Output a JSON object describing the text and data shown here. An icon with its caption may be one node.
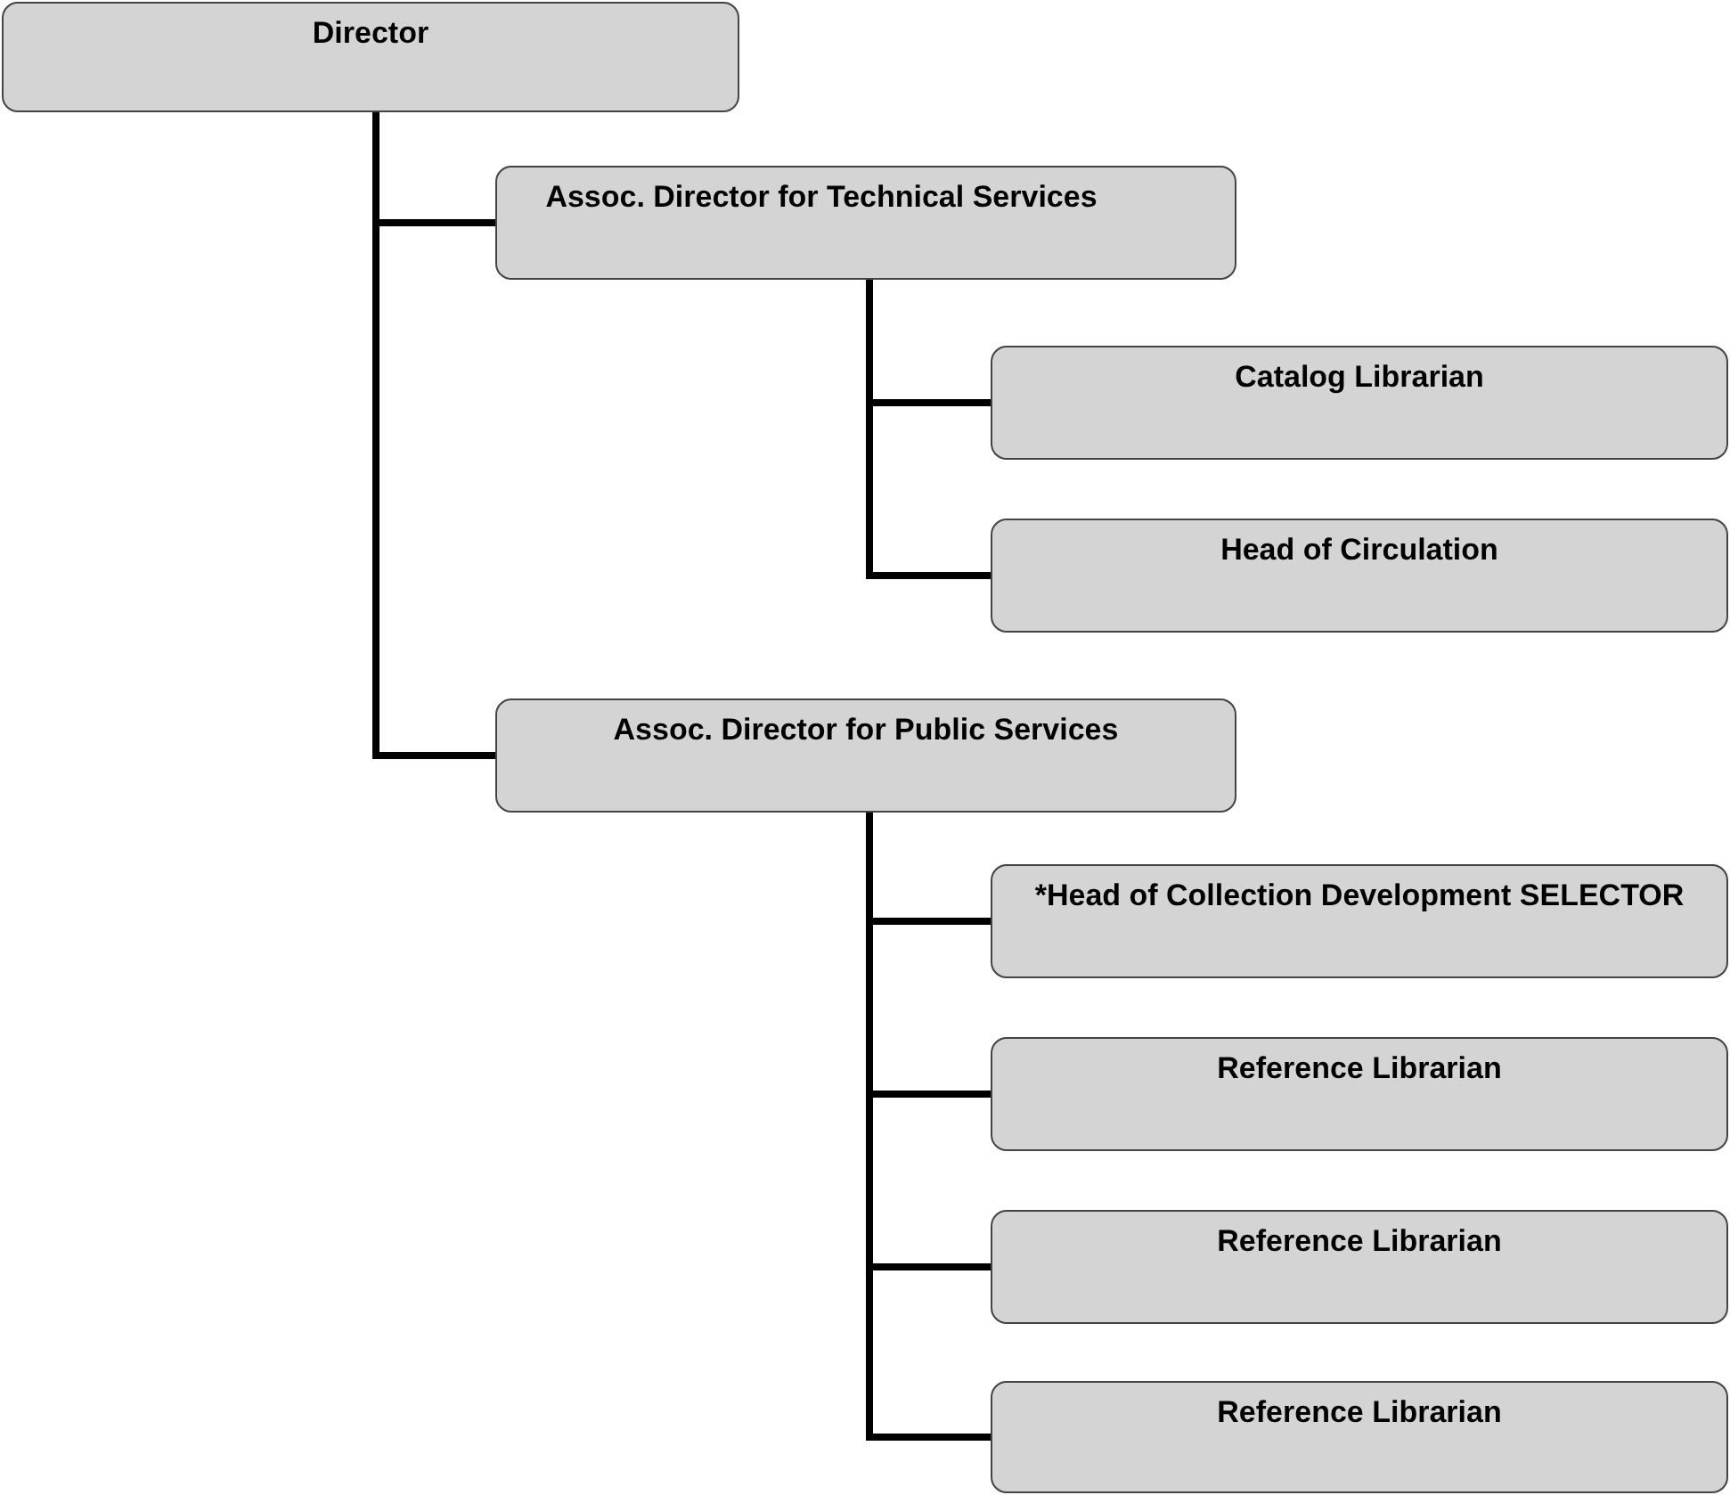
{
  "diagram": {
    "nodes": [
      {
        "text": [
          "Director"
        ]
      },
      {
        "text": [
          "Assoc. Director for Technical Services"
        ]
      },
      {
        "text": [
          "Catalog Librarian"
        ]
      },
      {
        "text": [
          "Head of Circulation"
        ]
      },
      {
        "text": [
          "Assoc. Director for Public Services"
        ]
      },
      {
        "text": [
          "*Head of Collection Development SELECTOR"
        ]
      },
      {
        "text": [
          "Reference Librarian"
        ]
      },
      {
        "text": [
          "Reference Librarian"
        ]
      },
      {
        "text": [
          "Reference Librarian"
        ]
      }
    ],
    "edges": [
      {
        "from": 0,
        "to": 1,
        "arrow": "none"
      },
      {
        "from": 0,
        "to": 4,
        "arrow": "none"
      },
      {
        "from": 1,
        "to": 2,
        "arrow": "none"
      },
      {
        "from": 1,
        "to": 3,
        "arrow": "none"
      },
      {
        "from": 4,
        "to": 5,
        "arrow": "none"
      },
      {
        "from": 4,
        "to": 6,
        "arrow": "none"
      },
      {
        "from": 4,
        "to": 7,
        "arrow": "none"
      },
      {
        "from": 4,
        "to": 8,
        "arrow": "none"
      }
    ]
  }
}
